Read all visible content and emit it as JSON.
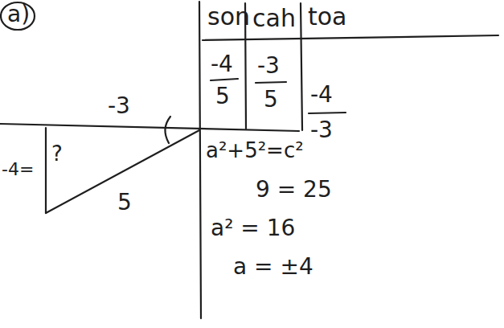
{
  "diagram": {
    "labels": [
      "a)",
      "son",
      "cah",
      "toa",
      "-4",
      "5",
      "-3",
      "5",
      "-4",
      "-3",
      "-3",
      "-4=",
      "?",
      "5",
      "a²+5²=c²",
      "9 = 25",
      "a² = 16",
      "a = ±4"
    ]
  }
}
